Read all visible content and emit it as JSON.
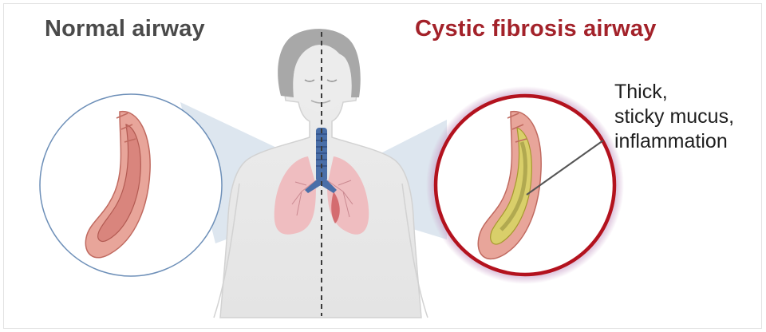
{
  "titles": {
    "normal": "Normal airway",
    "cf": "Cystic fibrosis airway"
  },
  "annotation": {
    "lines": [
      "Thick,",
      "sticky mucus,",
      "inflammation"
    ]
  },
  "colors": {
    "normal_title": "#4a4a4a",
    "cf_title": "#a3222a",
    "cf_ring": "#b3121e",
    "mucus": "#d9cf6a",
    "airway_wall": "#e8a59a",
    "trachea": "#4a6fa8"
  }
}
